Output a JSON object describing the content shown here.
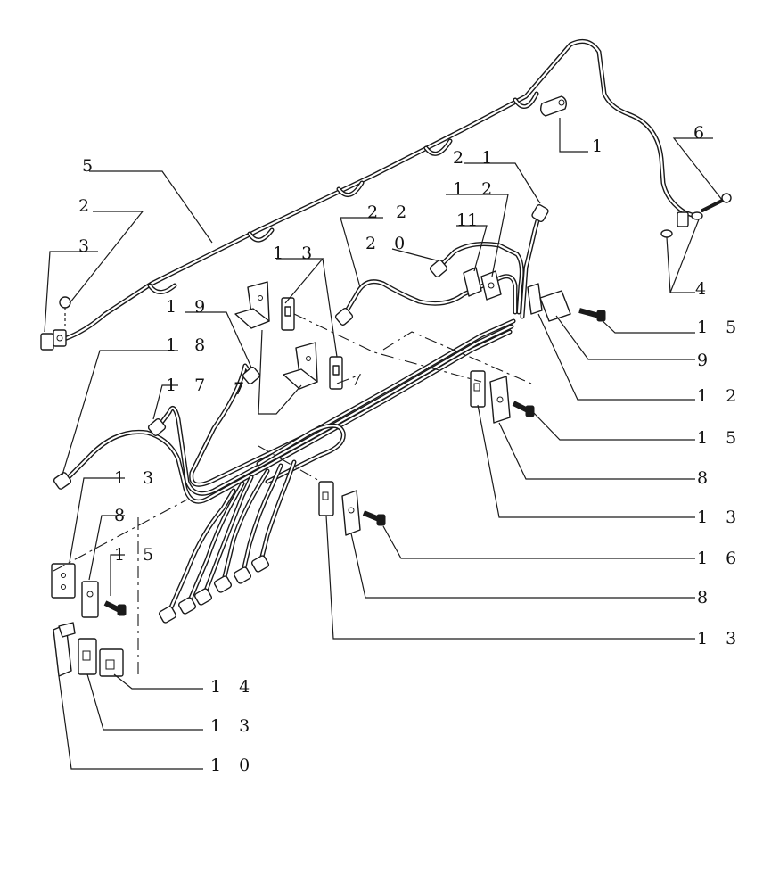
{
  "callouts": [
    {
      "id": "c1",
      "label": "1"
    },
    {
      "id": "c6",
      "label": "6"
    },
    {
      "id": "c21",
      "label": "2 1"
    },
    {
      "id": "c5",
      "label": "5"
    },
    {
      "id": "c12a",
      "label": "1 2"
    },
    {
      "id": "c2",
      "label": "2"
    },
    {
      "id": "c22",
      "label": "2 2"
    },
    {
      "id": "c11",
      "label": "11"
    },
    {
      "id": "c3",
      "label": "3"
    },
    {
      "id": "c20",
      "label": "2 0"
    },
    {
      "id": "c13a",
      "label": "1 3"
    },
    {
      "id": "c4",
      "label": "4"
    },
    {
      "id": "c19",
      "label": "1 9"
    },
    {
      "id": "c15a",
      "label": "1 5"
    },
    {
      "id": "c18",
      "label": "1 8"
    },
    {
      "id": "c9",
      "label": "9"
    },
    {
      "id": "c17",
      "label": "1 7"
    },
    {
      "id": "c12b",
      "label": "1 2"
    },
    {
      "id": "c7",
      "label": "7"
    },
    {
      "id": "c15b",
      "label": "1 5"
    },
    {
      "id": "c13b",
      "label": "1 3"
    },
    {
      "id": "c8a",
      "label": "8"
    },
    {
      "id": "c8b",
      "label": "8"
    },
    {
      "id": "c13c",
      "label": "1 3"
    },
    {
      "id": "c15c",
      "label": "1 5"
    },
    {
      "id": "c16",
      "label": "1 6"
    },
    {
      "id": "c8c",
      "label": "8"
    },
    {
      "id": "c13d",
      "label": "1 3"
    },
    {
      "id": "c14",
      "label": "1 4"
    },
    {
      "id": "c13e",
      "label": "1 3"
    },
    {
      "id": "c10",
      "label": "1 0"
    }
  ]
}
